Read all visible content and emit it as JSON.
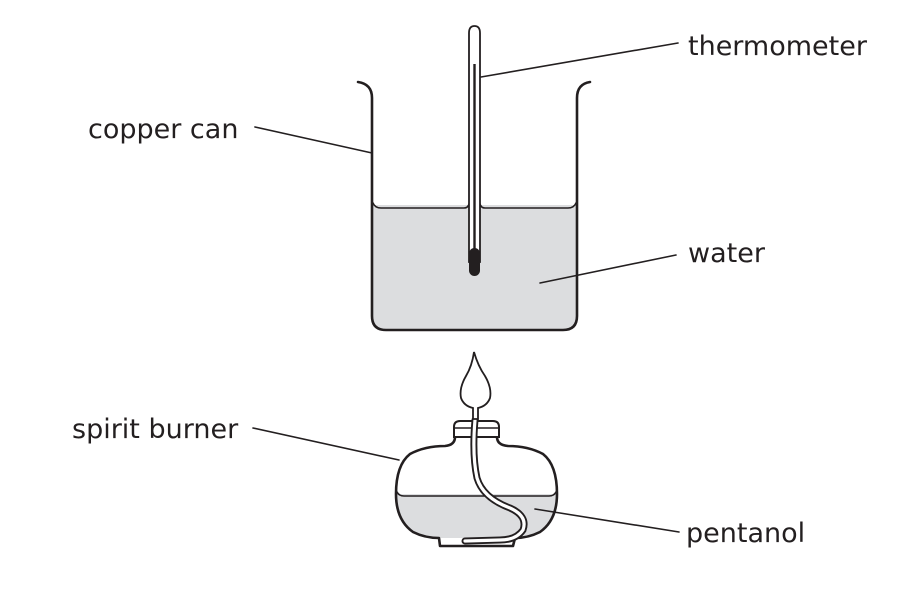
{
  "diagram": {
    "type": "apparatus",
    "subject": "Heating water in a copper can with a spirit burner",
    "labels": {
      "thermometer": "thermometer",
      "copper_can": "copper can",
      "water": "water",
      "spirit_burner": "spirit burner",
      "pentanol": "pentanol"
    },
    "colors": {
      "line": "#231f20",
      "liquid_fill": "#dcdddf",
      "background": "#ffffff"
    }
  }
}
